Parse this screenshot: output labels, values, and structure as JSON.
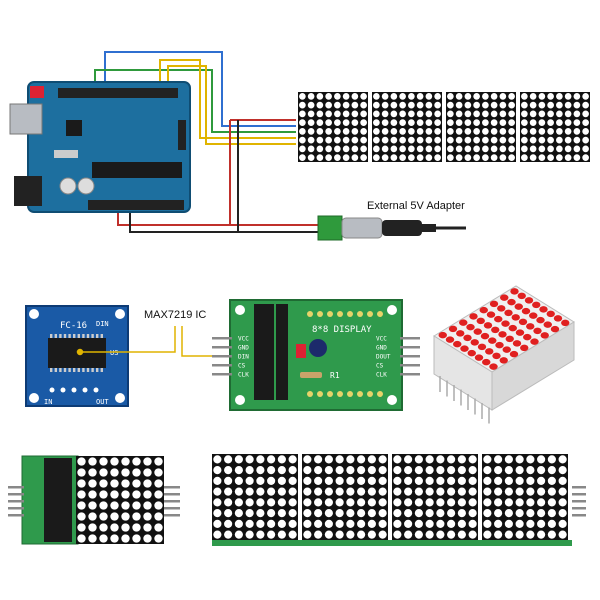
{
  "labels": {
    "adapter": "External 5V Adapter",
    "ic": "MAX7219 IC"
  },
  "module_fc16": {
    "name": "FC-16",
    "top_right": "DIN",
    "right_label": "US",
    "bottom_left": "IN",
    "bottom_right": "OUT"
  },
  "module_display": {
    "title": "8*8 DISPLAY",
    "left_pins": [
      "VCC",
      "GND",
      "DIN",
      "CS",
      "CLK"
    ],
    "right_pins": [
      "VCC",
      "GND",
      "DOUT",
      "CS",
      "CLK"
    ],
    "resistor": "R1"
  },
  "colors": {
    "arduino": "#1d6f9f",
    "pcb_green": "#2f9a4c",
    "pcb_blue": "#1a5aa6",
    "matrix": "#111111",
    "led": "#ffffff",
    "wire_blue": "#2f6fd0",
    "wire_green": "#2f9a3c",
    "wire_yellow": "#e0b400",
    "wire_red": "#c0302b",
    "wire_black": "#222222"
  }
}
